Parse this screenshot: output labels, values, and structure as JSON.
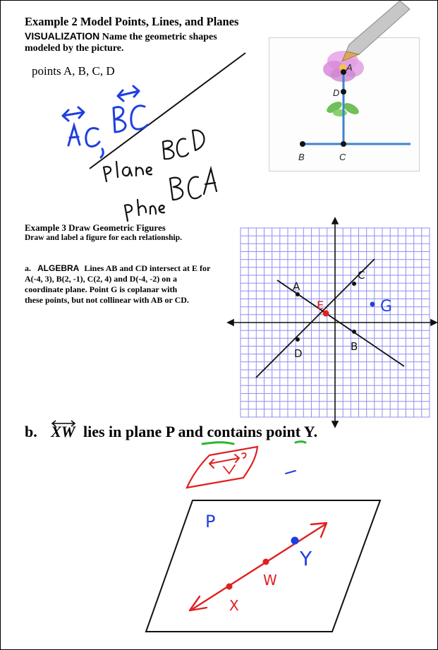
{
  "example2": {
    "title": "Example 2  Model Points, Lines, and Planes",
    "visualization_label": "VISUALIZATION",
    "prompt_line1": "Name the geometric shapes",
    "prompt_line2": "modeled by the picture.",
    "answer_points": "points A, B, C, D",
    "handwritten": [
      "AC",
      "BC",
      "plane BCD",
      "plane BCA"
    ],
    "photo_labels": [
      "A",
      "D",
      "B",
      "C"
    ]
  },
  "example3": {
    "title": "Example 3  Draw Geometric Figures",
    "subtitle": "Draw and label a figure for each relationship.",
    "part_a": {
      "letter": "a.",
      "tag": "ALGEBRA",
      "line1": "Lines AB and CD intersect at E for",
      "line2": "A(-4, 3), B(2, -1), C(2, 4) and D(-4, -2) on a",
      "line3": "coordinate plane. Point G is coplanar with",
      "line4": "these points, but not collinear with AB or CD."
    },
    "graph_labels": [
      "A",
      "C",
      "E",
      "G",
      "D",
      "B"
    ],
    "part_b": {
      "letter": "b.",
      "xw": "XW",
      "rest": "lies in plane P and contains point Y."
    },
    "plane_labels": [
      "P",
      "Y",
      "W",
      "X"
    ]
  },
  "colors": {
    "ink_blue": "#1f3fe0",
    "ink_red": "#e02020",
    "ink_green": "#2fb52f",
    "grid": "#8f8ff0",
    "photo_line": "#3a84d0"
  }
}
